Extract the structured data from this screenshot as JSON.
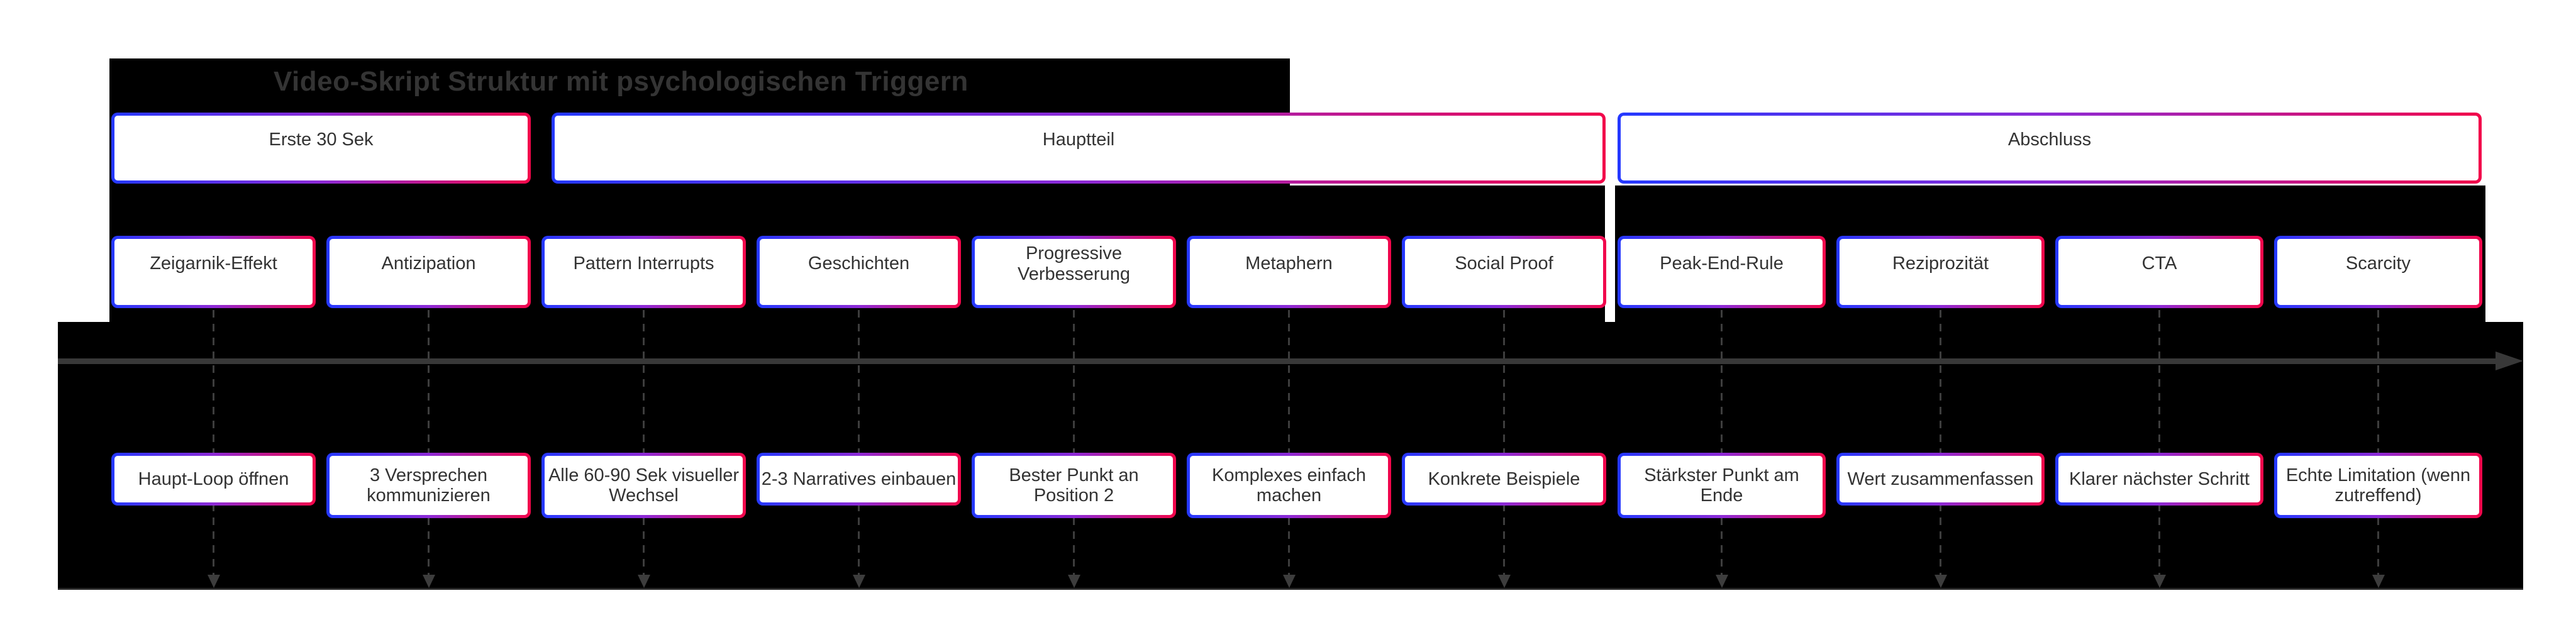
{
  "title": "Video-Skript Struktur mit psychologischen Triggern",
  "colors": {
    "background_panel": "#000000",
    "box_fill": "#ffffff",
    "gradient_start": "#2438ff",
    "gradient_mid": "#8d2ad6",
    "gradient_end": "#f2064a",
    "timeline": "#383838",
    "connector": "#3d3d3d",
    "title_text": "#343434",
    "label_text": "#333333"
  },
  "sections": [
    {
      "label": "Erste 30 Sek"
    },
    {
      "label": "Hauptteil"
    },
    {
      "label": "Abschluss"
    }
  ],
  "columns": [
    {
      "trigger": "Zeigarnik-Effekt",
      "action": "Haupt-Loop öffnen"
    },
    {
      "trigger": "Antizipation",
      "action": "3 Versprechen\nkommunizieren"
    },
    {
      "trigger": "Pattern Interrupts",
      "action": "Alle 60-90 Sek visueller\nWechsel"
    },
    {
      "trigger": "Geschichten",
      "action": "2-3 Narratives einbauen"
    },
    {
      "trigger": "Progressive\nVerbesserung",
      "action": "Bester Punkt an\nPosition 2"
    },
    {
      "trigger": "Metaphern",
      "action": "Komplexes einfach\nmachen"
    },
    {
      "trigger": "Social Proof",
      "action": "Konkrete Beispiele"
    },
    {
      "trigger": "Peak-End-Rule",
      "action": "Stärkster Punkt am\nEnde"
    },
    {
      "trigger": "Reziprozität",
      "action": "Wert zusammenfassen"
    },
    {
      "trigger": "CTA",
      "action": "Klarer nächster Schritt"
    },
    {
      "trigger": "Scarcity",
      "action": "Echte Limitation (wenn\nzutreffend)"
    }
  ]
}
